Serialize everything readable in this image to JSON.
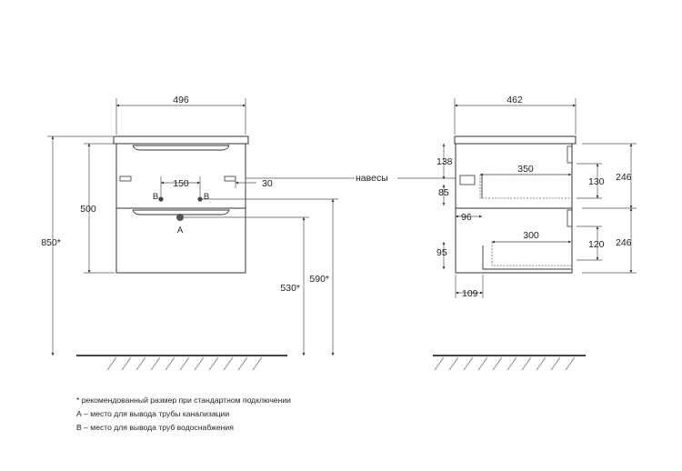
{
  "front_view": {
    "dim_width": "496",
    "dim_height": "500",
    "dim_total_height": "850*",
    "dim_pipe_spacing": "150",
    "dim_side_offset": "30",
    "dim_drain_height": "530*",
    "dim_supply_height": "590*",
    "marker_a": "A",
    "marker_b_left": "B",
    "marker_b_right": "B"
  },
  "side_view": {
    "dim_depth": "462",
    "dim_top_offset": "138",
    "dim_upper_drawer_depth": "350",
    "dim_upper_drawer_height": "130",
    "dim_upper_section": "246",
    "dim_hinge_offset": "85",
    "dim_back_gap": "96",
    "dim_lower_drawer_depth": "300",
    "dim_lower_drawer_height": "120",
    "dim_lower_section": "246",
    "dim_lower_offset": "95",
    "dim_bottom_offset": "109"
  },
  "hinges_label": "навесы",
  "legend": {
    "note": "* рекомендованный размер при стандартном подключении",
    "a": "А – место для вывода трубы канализации",
    "b": "В – место для вывода труб водоснабжения"
  },
  "colors": {
    "line": "#333333",
    "thin": "#555555",
    "floor": "#444444"
  }
}
